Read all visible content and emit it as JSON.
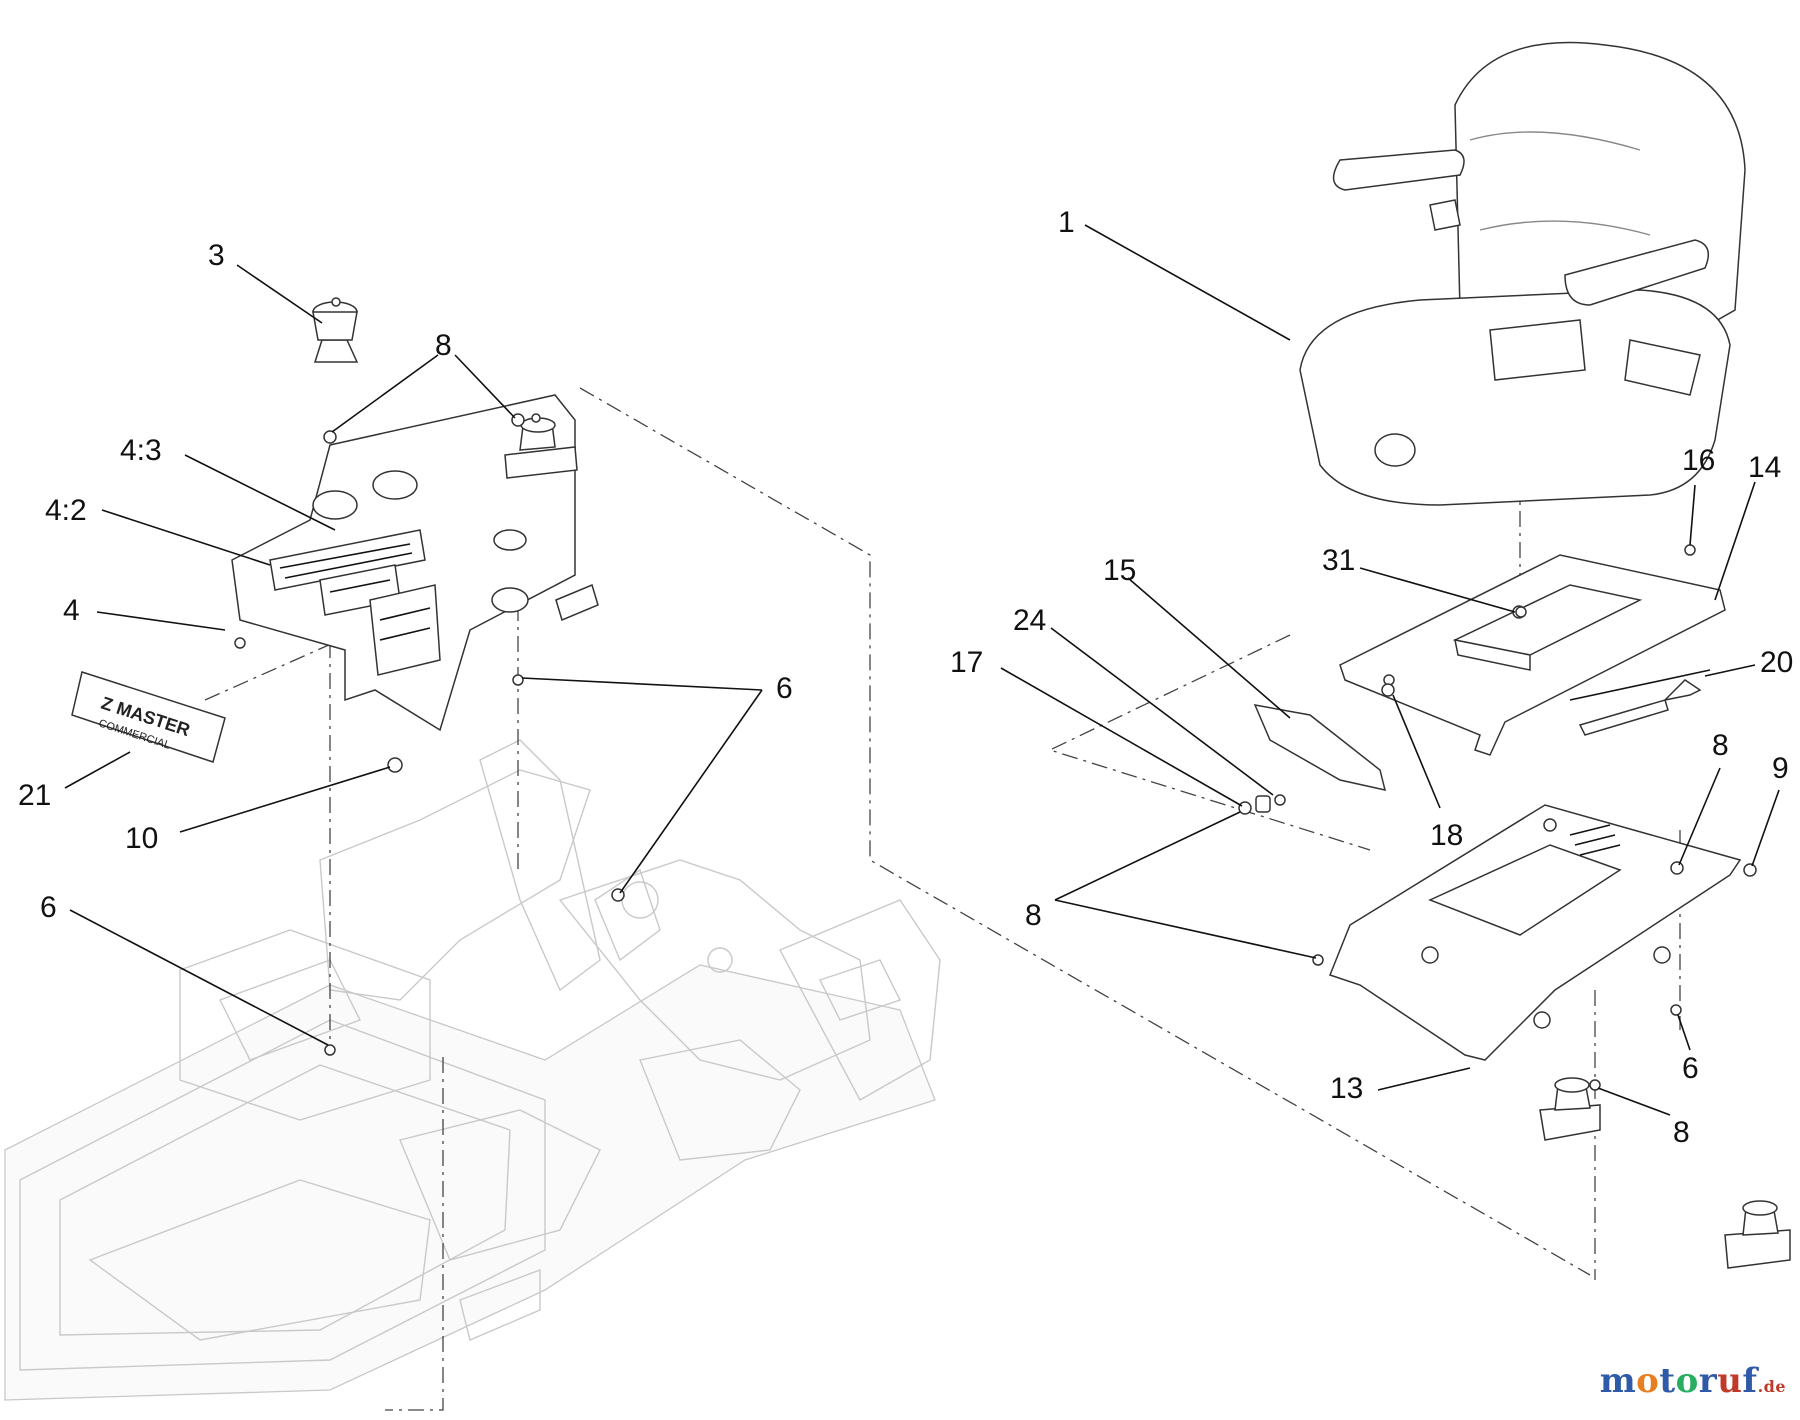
{
  "callouts": [
    "1",
    "3",
    "8",
    "4:3",
    "4:2",
    "4",
    "21",
    "10",
    "6",
    "6",
    "16",
    "14",
    "31",
    "15",
    "24",
    "17",
    "20",
    "18",
    "8",
    "9",
    "8",
    "13",
    "6",
    "8"
  ],
  "decal": {
    "line1": "Z MASTER",
    "line2": "COMMERCIAL"
  },
  "logo": {
    "letters": [
      {
        "ch": "m",
        "color": "#2e5aa8"
      },
      {
        "ch": "o",
        "color": "#e67e22"
      },
      {
        "ch": "t",
        "color": "#2e5aa8"
      },
      {
        "ch": "o",
        "color": "#27ae60"
      },
      {
        "ch": "r",
        "color": "#2e5aa8"
      },
      {
        "ch": "u",
        "color": "#c0392b"
      },
      {
        "ch": "f",
        "color": "#2e5aa8"
      }
    ],
    "suffix": ".de"
  }
}
